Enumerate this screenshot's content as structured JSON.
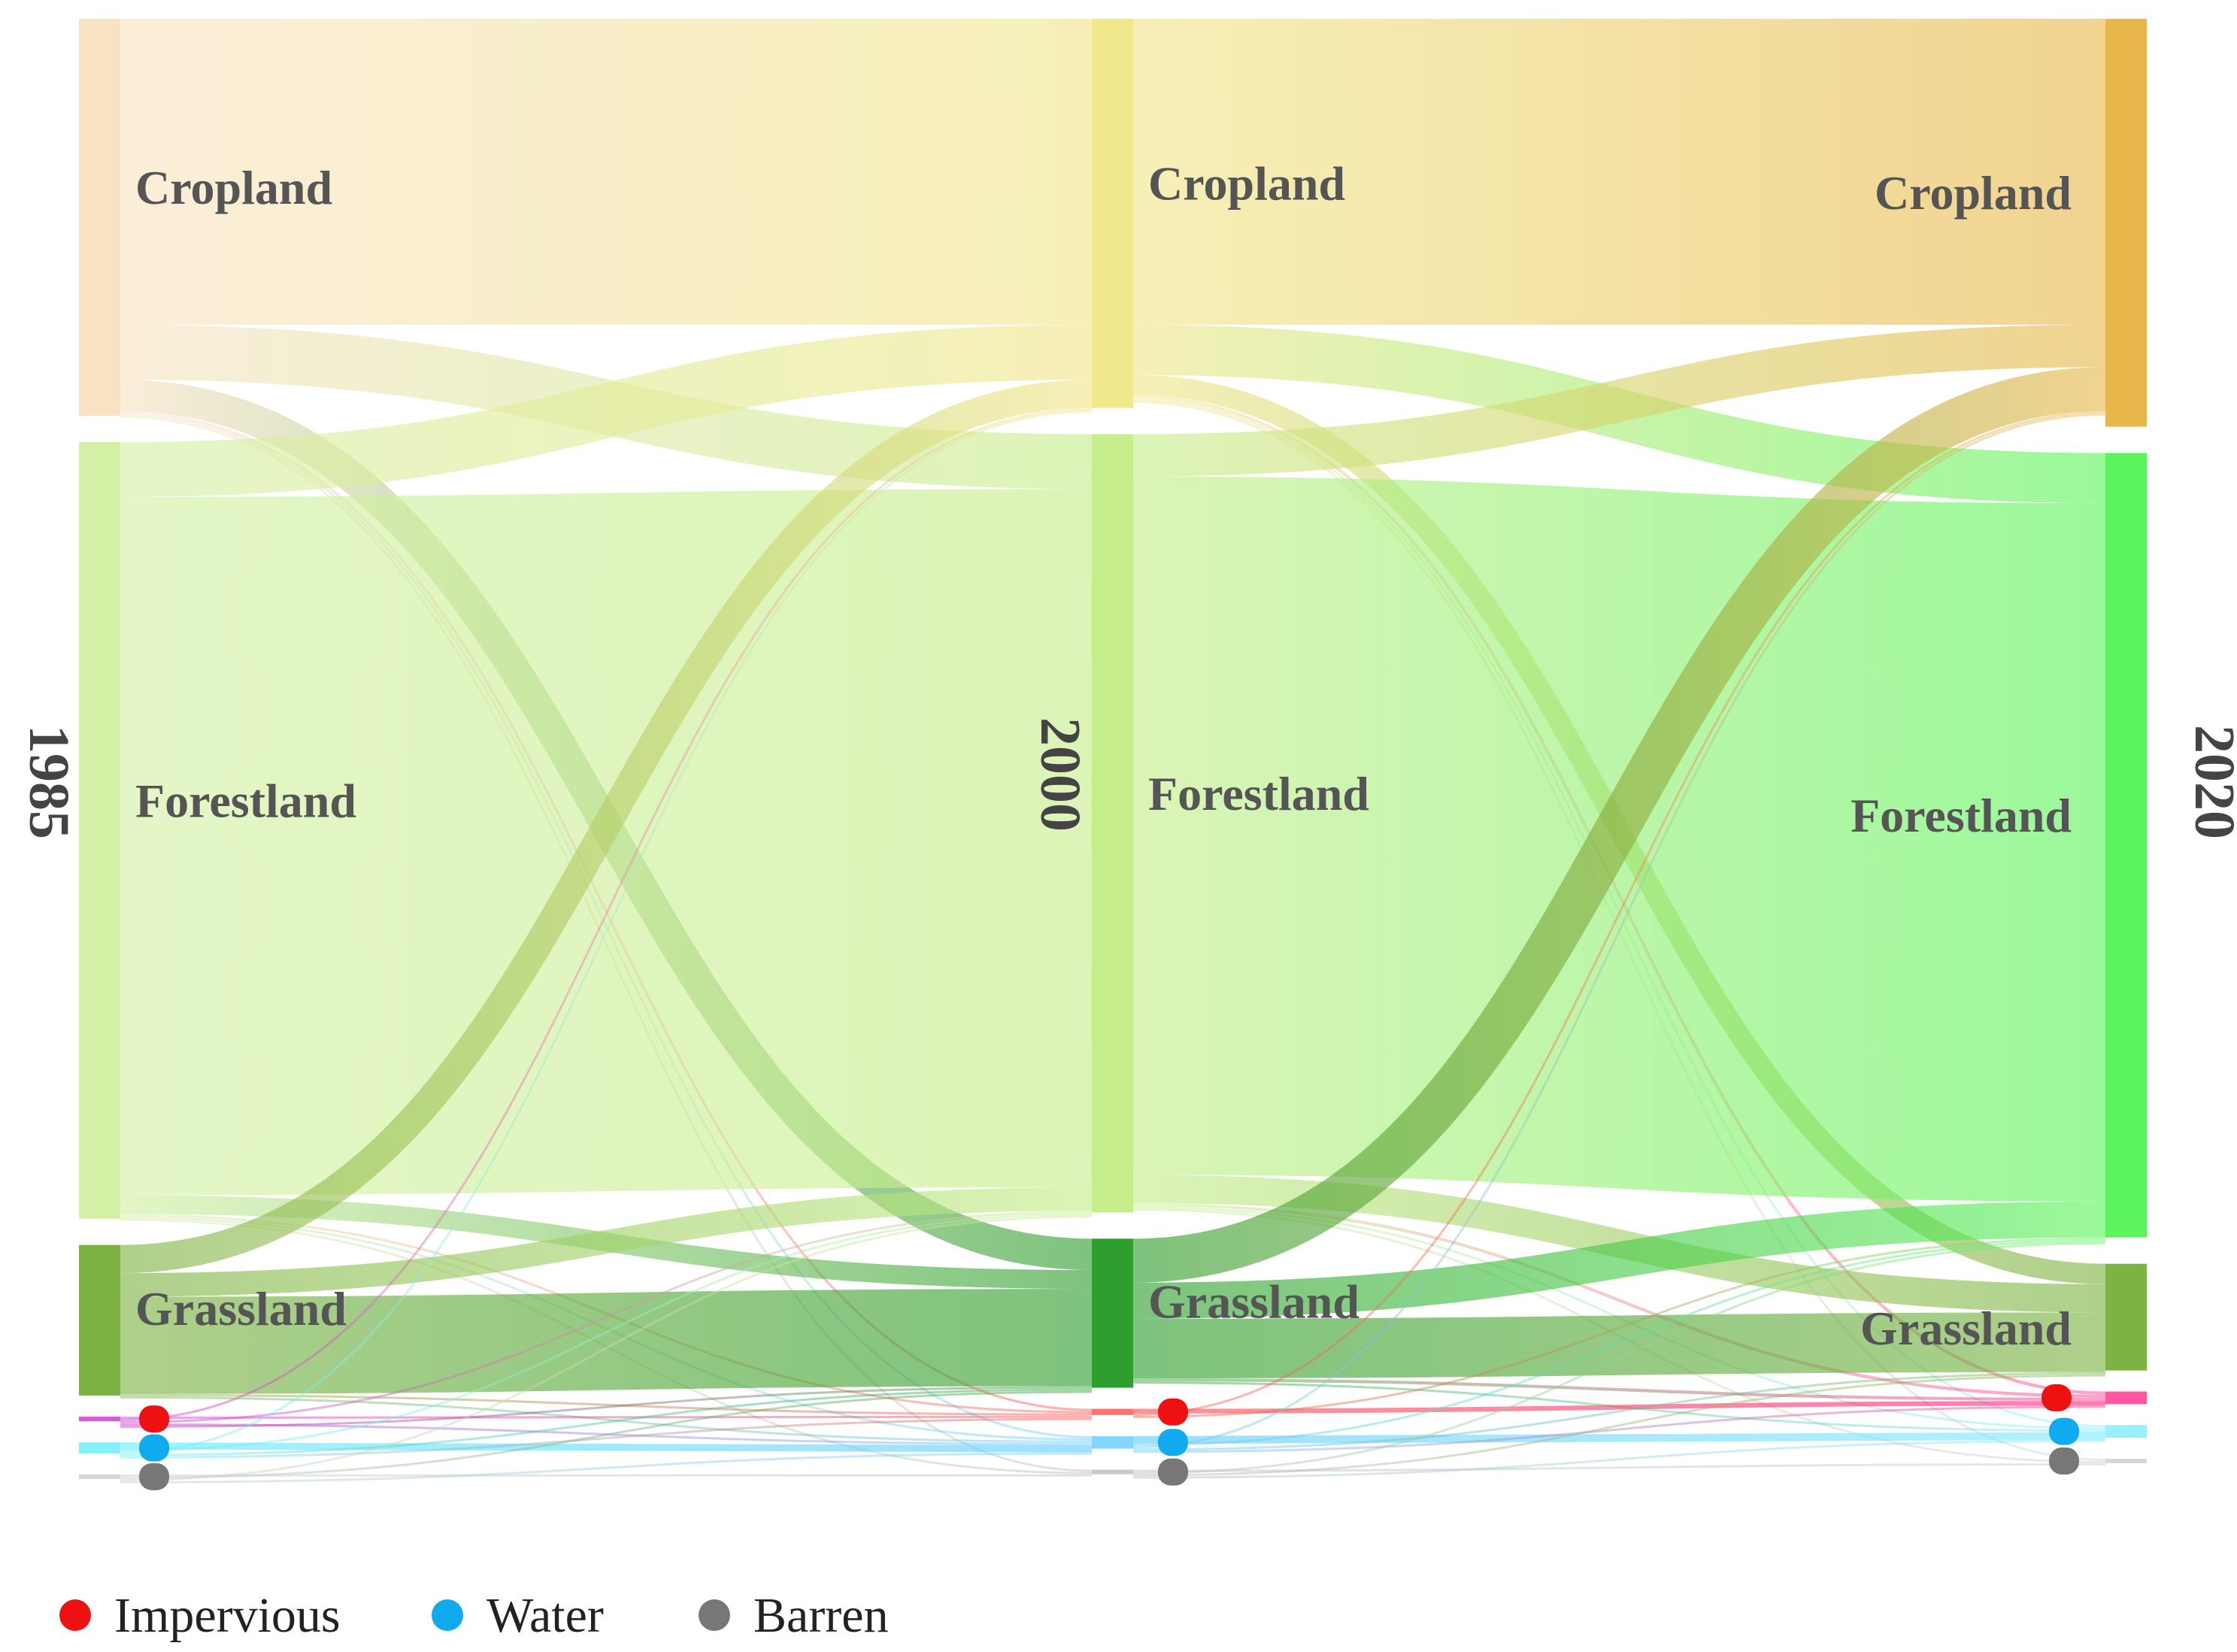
{
  "chart_data": {
    "type": "sankey",
    "stages": [
      "1985",
      "2000",
      "2020"
    ],
    "classes": [
      "Cropland",
      "Forestland",
      "Grassland",
      "Impervious",
      "Water",
      "Barren"
    ],
    "nodes": [
      {
        "stage": 0,
        "class": "Cropland",
        "value": 25.3,
        "color": "#f7e3c2",
        "label": "Cropland"
      },
      {
        "stage": 0,
        "class": "Forestland",
        "value": 49.5,
        "color": "#d3f0a4",
        "label": "Forestland"
      },
      {
        "stage": 0,
        "class": "Grassland",
        "value": 9.6,
        "color": "#7cb342",
        "label": "Grassland"
      },
      {
        "stage": 0,
        "class": "Impervious",
        "value": 0.3,
        "color": "#cc33cc"
      },
      {
        "stage": 0,
        "class": "Water",
        "value": 0.7,
        "color": "#66eeff"
      },
      {
        "stage": 0,
        "class": "Barren",
        "value": 0.2,
        "color": "#cccccc"
      },
      {
        "stage": 1,
        "class": "Cropland",
        "value": 24.8,
        "color": "#f1e78b",
        "label": "Cropland"
      },
      {
        "stage": 1,
        "class": "Forestland",
        "value": 49.6,
        "color": "#c6ee8a",
        "label": "Forestland"
      },
      {
        "stage": 1,
        "class": "Grassland",
        "value": 9.5,
        "color": "#2e9e2e",
        "label": "Grassland"
      },
      {
        "stage": 1,
        "class": "Impervious",
        "value": 0.4,
        "color": "#ff4f4f"
      },
      {
        "stage": 1,
        "class": "Water",
        "value": 0.8,
        "color": "#66ccff"
      },
      {
        "stage": 1,
        "class": "Barren",
        "value": 0.1,
        "color": "#bbbbbb"
      },
      {
        "stage": 2,
        "class": "Cropland",
        "value": 26.0,
        "color": "#e8b84c",
        "label": "Cropland"
      },
      {
        "stage": 2,
        "class": "Forestland",
        "value": 50.0,
        "color": "#5cf45c",
        "label": "Forestland"
      },
      {
        "stage": 2,
        "class": "Grassland",
        "value": 6.8,
        "color": "#7cb342",
        "label": "Grassland"
      },
      {
        "stage": 2,
        "class": "Impervious",
        "value": 0.8,
        "color": "#ff2d8a"
      },
      {
        "stage": 2,
        "class": "Water",
        "value": 0.8,
        "color": "#7feaff"
      },
      {
        "stage": 2,
        "class": "Barren",
        "value": 0.15,
        "color": "#cccccc"
      }
    ],
    "links": [
      {
        "stage": 0,
        "from": "Cropland",
        "to": "Cropland",
        "value": 19.5
      },
      {
        "stage": 0,
        "from": "Cropland",
        "to": "Forestland",
        "value": 3.5
      },
      {
        "stage": 0,
        "from": "Cropland",
        "to": "Grassland",
        "value": 2.0
      },
      {
        "stage": 0,
        "from": "Cropland",
        "to": "Impervious",
        "value": 0.15
      },
      {
        "stage": 0,
        "from": "Cropland",
        "to": "Water",
        "value": 0.1
      },
      {
        "stage": 0,
        "from": "Cropland",
        "to": "Barren",
        "value": 0.05
      },
      {
        "stage": 0,
        "from": "Forestland",
        "to": "Cropland",
        "value": 3.5
      },
      {
        "stage": 0,
        "from": "Forestland",
        "to": "Forestland",
        "value": 44.5
      },
      {
        "stage": 0,
        "from": "Forestland",
        "to": "Grassland",
        "value": 1.2
      },
      {
        "stage": 0,
        "from": "Forestland",
        "to": "Impervious",
        "value": 0.1
      },
      {
        "stage": 0,
        "from": "Forestland",
        "to": "Water",
        "value": 0.15
      },
      {
        "stage": 0,
        "from": "Forestland",
        "to": "Barren",
        "value": 0.05
      },
      {
        "stage": 0,
        "from": "Grassland",
        "to": "Cropland",
        "value": 1.8
      },
      {
        "stage": 0,
        "from": "Grassland",
        "to": "Forestland",
        "value": 1.5
      },
      {
        "stage": 0,
        "from": "Grassland",
        "to": "Grassland",
        "value": 6.2
      },
      {
        "stage": 0,
        "from": "Grassland",
        "to": "Impervious",
        "value": 0.05
      },
      {
        "stage": 0,
        "from": "Grassland",
        "to": "Water",
        "value": 0.05
      },
      {
        "stage": 0,
        "from": "Impervious",
        "to": "Impervious",
        "value": 0.1
      },
      {
        "stage": 0,
        "from": "Impervious",
        "to": "Cropland",
        "value": 0.05
      },
      {
        "stage": 0,
        "from": "Impervious",
        "to": "Forestland",
        "value": 0.05
      },
      {
        "stage": 0,
        "from": "Impervious",
        "to": "Water",
        "value": 0.05
      },
      {
        "stage": 0,
        "from": "Impervious",
        "to": "Grassland",
        "value": 0.05
      },
      {
        "stage": 0,
        "from": "Water",
        "to": "Water",
        "value": 0.45
      },
      {
        "stage": 0,
        "from": "Water",
        "to": "Forestland",
        "value": 0.1
      },
      {
        "stage": 0,
        "from": "Water",
        "to": "Cropland",
        "value": 0.05
      },
      {
        "stage": 0,
        "from": "Water",
        "to": "Grassland",
        "value": 0.05
      },
      {
        "stage": 0,
        "from": "Water",
        "to": "Impervious",
        "value": 0.05
      },
      {
        "stage": 0,
        "from": "Barren",
        "to": "Barren",
        "value": 0.05
      },
      {
        "stage": 0,
        "from": "Barren",
        "to": "Grassland",
        "value": 0.05
      },
      {
        "stage": 0,
        "from": "Barren",
        "to": "Forestland",
        "value": 0.05
      },
      {
        "stage": 0,
        "from": "Barren",
        "to": "Water",
        "value": 0.05
      },
      {
        "stage": 1,
        "from": "Cropland",
        "to": "Cropland",
        "value": 19.5
      },
      {
        "stage": 1,
        "from": "Cropland",
        "to": "Forestland",
        "value": 3.2
      },
      {
        "stage": 1,
        "from": "Cropland",
        "to": "Grassland",
        "value": 1.3
      },
      {
        "stage": 1,
        "from": "Cropland",
        "to": "Impervious",
        "value": 0.2
      },
      {
        "stage": 1,
        "from": "Cropland",
        "to": "Water",
        "value": 0.1
      },
      {
        "stage": 1,
        "from": "Cropland",
        "to": "Barren",
        "value": 0.05
      },
      {
        "stage": 1,
        "from": "Forestland",
        "to": "Cropland",
        "value": 2.7
      },
      {
        "stage": 1,
        "from": "Forestland",
        "to": "Forestland",
        "value": 44.5
      },
      {
        "stage": 1,
        "from": "Forestland",
        "to": "Grassland",
        "value": 1.8
      },
      {
        "stage": 1,
        "from": "Forestland",
        "to": "Impervious",
        "value": 0.2
      },
      {
        "stage": 1,
        "from": "Forestland",
        "to": "Water",
        "value": 0.15
      },
      {
        "stage": 1,
        "from": "Forestland",
        "to": "Barren",
        "value": 0.05
      },
      {
        "stage": 1,
        "from": "Grassland",
        "to": "Cropland",
        "value": 2.8
      },
      {
        "stage": 1,
        "from": "Grassland",
        "to": "Forestland",
        "value": 2.3
      },
      {
        "stage": 1,
        "from": "Grassland",
        "to": "Grassland",
        "value": 3.8
      },
      {
        "stage": 1,
        "from": "Grassland",
        "to": "Impervious",
        "value": 0.2
      },
      {
        "stage": 1,
        "from": "Grassland",
        "to": "Water",
        "value": 0.05
      },
      {
        "stage": 1,
        "from": "Impervious",
        "to": "Impervious",
        "value": 0.3
      },
      {
        "stage": 1,
        "from": "Impervious",
        "to": "Cropland",
        "value": 0.05
      },
      {
        "stage": 1,
        "from": "Impervious",
        "to": "Forestland",
        "value": 0.05
      },
      {
        "stage": 1,
        "from": "Water",
        "to": "Water",
        "value": 0.5
      },
      {
        "stage": 1,
        "from": "Water",
        "to": "Forestland",
        "value": 0.1
      },
      {
        "stage": 1,
        "from": "Water",
        "to": "Cropland",
        "value": 0.05
      },
      {
        "stage": 1,
        "from": "Water",
        "to": "Grassland",
        "value": 0.05
      },
      {
        "stage": 1,
        "from": "Water",
        "to": "Impervious",
        "value": 0.05
      },
      {
        "stage": 1,
        "from": "Barren",
        "to": "Barren",
        "value": 0.05
      },
      {
        "stage": 1,
        "from": "Barren",
        "to": "Forestland",
        "value": 0.05
      },
      {
        "stage": 1,
        "from": "Barren",
        "to": "Grassland",
        "value": 0.05
      },
      {
        "stage": 1,
        "from": "Barren",
        "to": "Water",
        "value": 0.05
      }
    ],
    "legend": [
      {
        "label": "Impervious",
        "color": "#ee1111"
      },
      {
        "label": "Water",
        "color": "#11aaee"
      },
      {
        "label": "Barren",
        "color": "#777777"
      }
    ],
    "legend_position": "bottom-left"
  }
}
